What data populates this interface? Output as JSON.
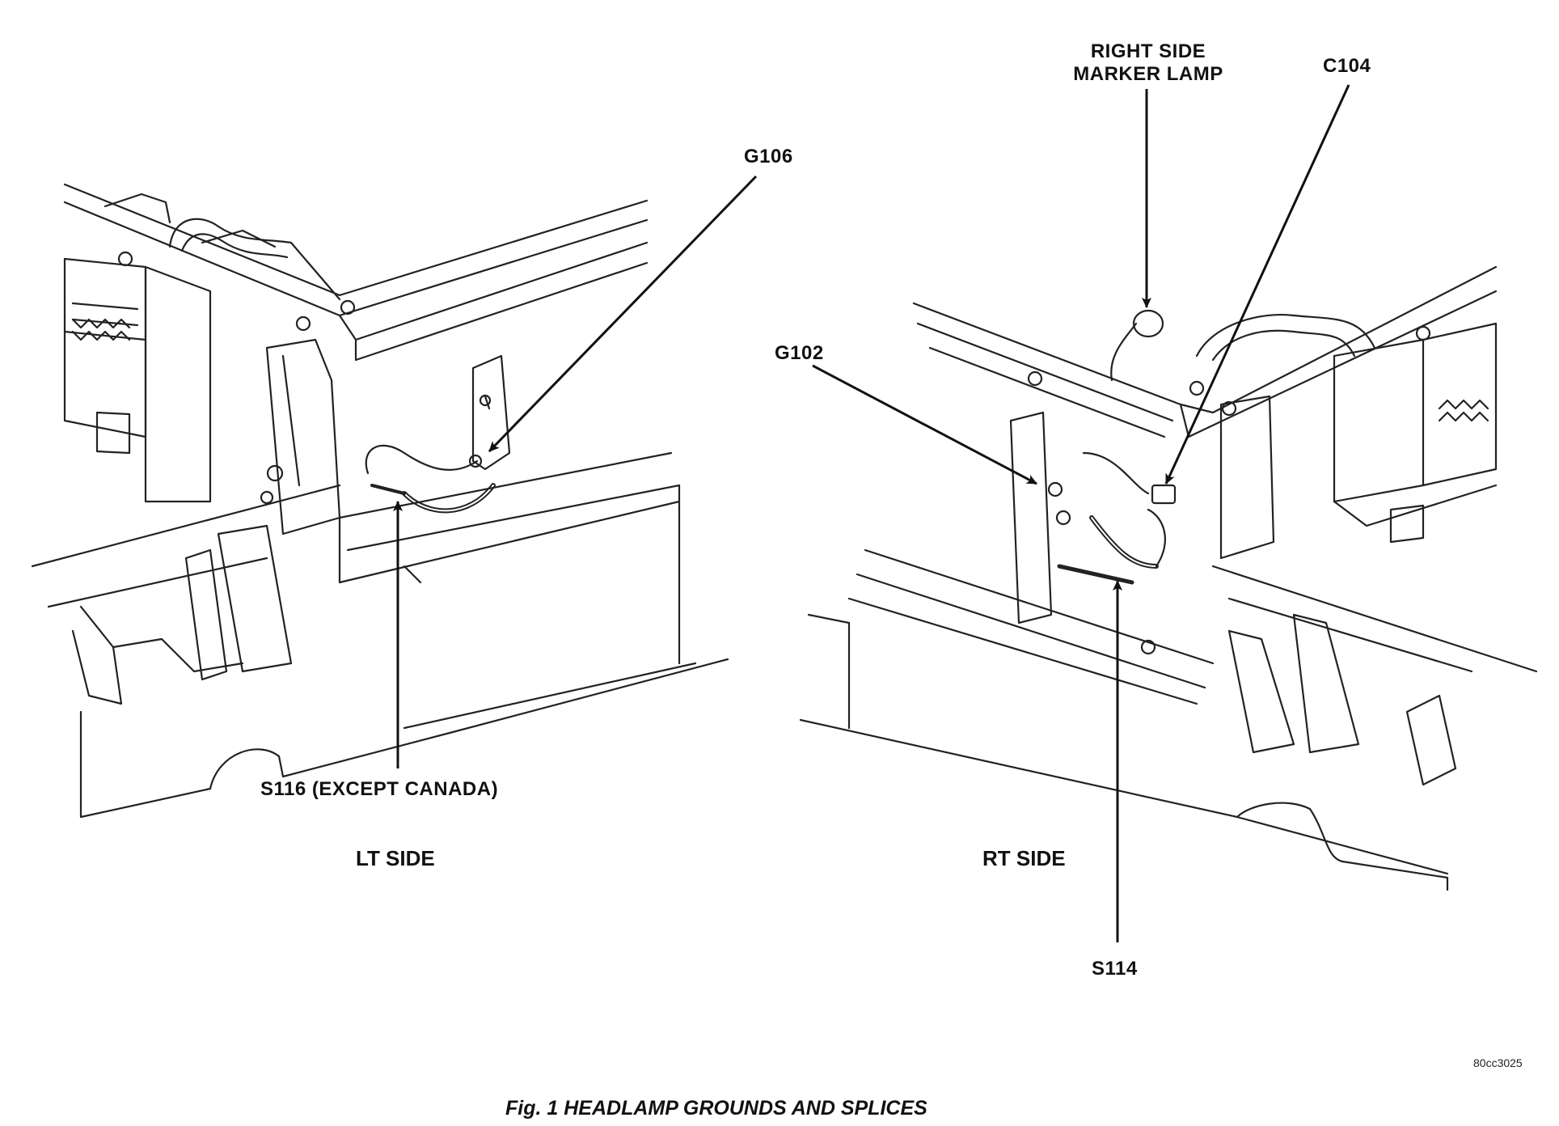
{
  "callouts": {
    "g106": "G106",
    "g102": "G102",
    "c104": "C104",
    "right_side_marker_lamp_line1": "RIGHT SIDE",
    "right_side_marker_lamp_line2": "MARKER LAMP",
    "s116": "S116 (EXCEPT CANADA)",
    "s114": "S114"
  },
  "side_labels": {
    "left": "LT SIDE",
    "right": "RT SIDE"
  },
  "reference_code": "80cc3025",
  "caption": "Fig. 1 HEADLAMP GROUNDS AND SPLICES"
}
